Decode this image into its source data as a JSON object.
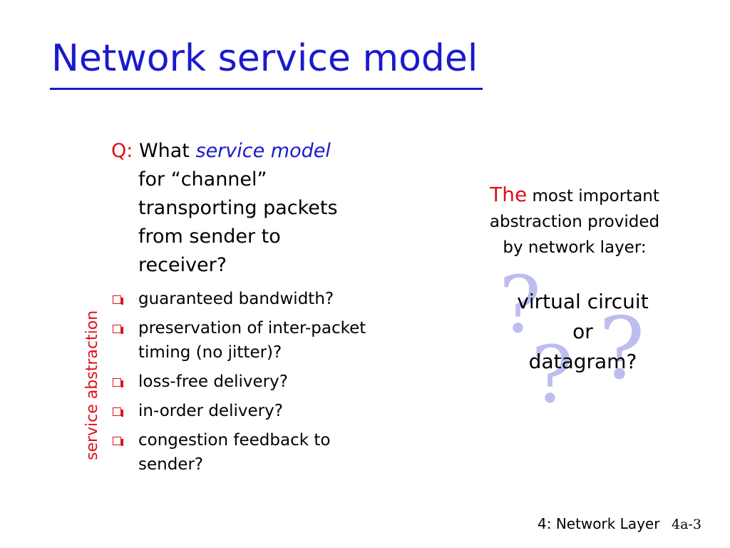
{
  "slide": {
    "title": "Network service model",
    "question": {
      "q_label": "Q:",
      "what": "What",
      "emph": "service model",
      "line2": "for “channel”",
      "line3": "transporting packets",
      "line4": "from sender to",
      "line5": "receiver?"
    },
    "side_label": "service abstraction",
    "bullets": [
      {
        "line1": "guaranteed bandwidth?",
        "line2": ""
      },
      {
        "line1": "preservation of inter-packet",
        "line2": "timing (no jitter)?"
      },
      {
        "line1": "loss-free delivery?",
        "line2": ""
      },
      {
        "line1": "in-order delivery?",
        "line2": ""
      },
      {
        "line1": "congestion feedback to",
        "line2": "sender?"
      }
    ],
    "right": {
      "the": "The",
      "line1": "most important",
      "line2": "abstraction provided",
      "line3": "by network layer:"
    },
    "choice": {
      "line1": "virtual circuit",
      "line2": "or",
      "line3": "datagram?"
    },
    "qmarks": [
      "?",
      "?",
      "?"
    ],
    "footer": "4: Network Layer",
    "page": "4a-3"
  }
}
